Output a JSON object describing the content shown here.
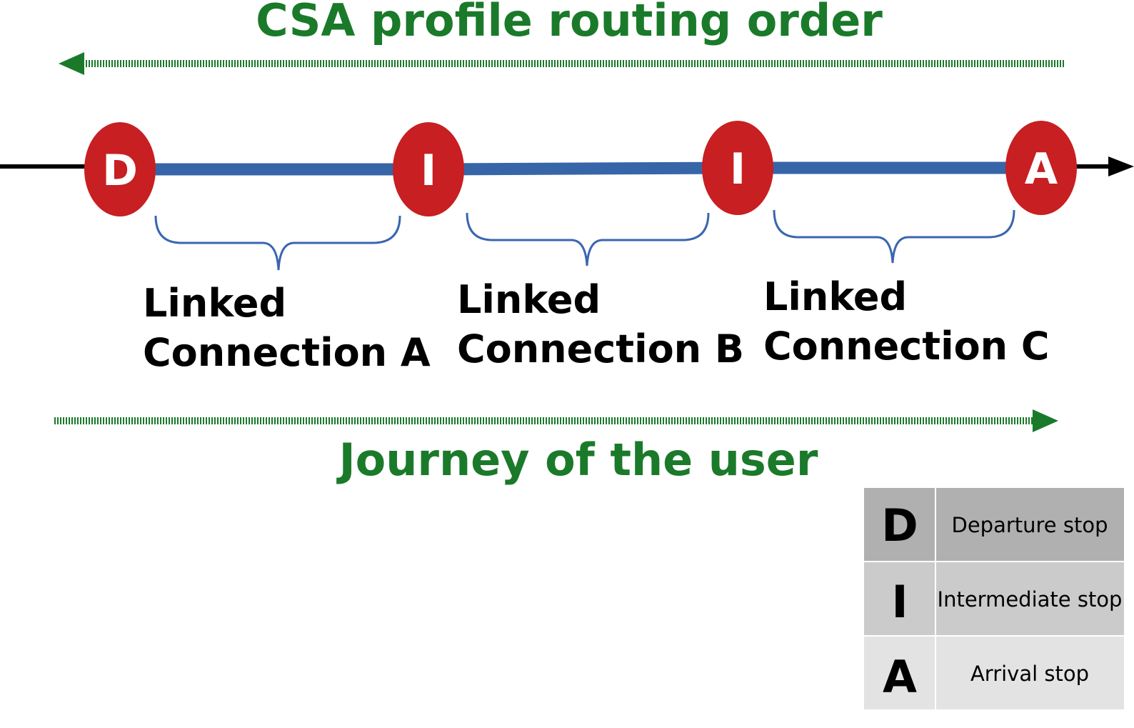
{
  "top_title": "CSA profile routing order",
  "bottom_title": "Journey of the user",
  "colors": {
    "green": "#1a7a2a",
    "stop_red": "#c71f22",
    "route_blue": "#3766a8",
    "brace_blue": "#3a66b0",
    "axis_black": "#000000"
  },
  "stops": [
    {
      "letter": "D"
    },
    {
      "letter": "I"
    },
    {
      "letter": "I"
    },
    {
      "letter": "A"
    }
  ],
  "connections": [
    {
      "line1": "Linked",
      "line2": "Connection A"
    },
    {
      "line1": "Linked",
      "line2": "Connection B"
    },
    {
      "line1": "Linked",
      "line2": "Connection C"
    }
  ],
  "legend": [
    {
      "key": "D",
      "description": "Departure stop",
      "bg_key": "#b0b0b0",
      "bg_desc": "#b0b0b0"
    },
    {
      "key": "I",
      "description": "Intermediate stop",
      "bg_key": "#cbcbcb",
      "bg_desc": "#cbcbcb"
    },
    {
      "key": "A",
      "description": "Arrival stop",
      "bg_key": "#e3e3e3",
      "bg_desc": "#e3e3e3"
    }
  ]
}
